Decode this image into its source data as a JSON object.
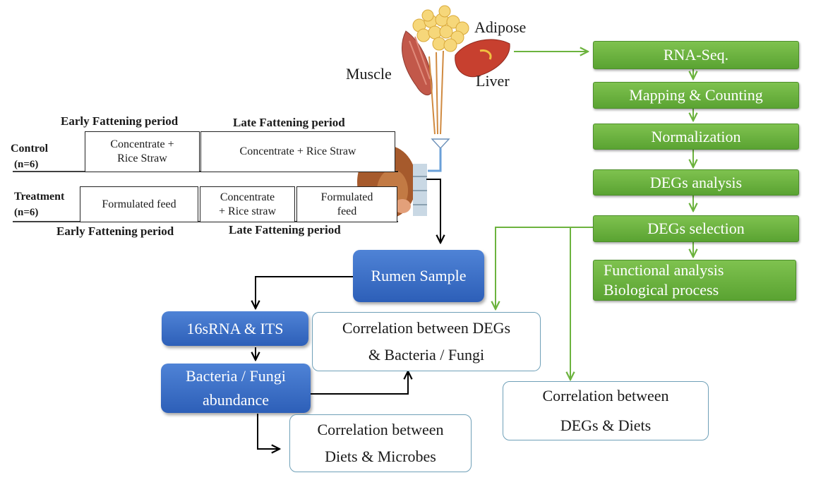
{
  "organs": {
    "adipose": "Adipose",
    "muscle": "Muscle",
    "liver": "Liver"
  },
  "pipeline": [
    "RNA-Seq.",
    "Mapping & Counting",
    "Normalization",
    "DEGs analysis",
    "DEGs selection",
    "Functional analysis",
    "Biological process"
  ],
  "design": {
    "early_period": "Early Fattening period",
    "late_period": "Late Fattening period",
    "control_label": "Control",
    "control_n": "(n=6)",
    "treatment_label": "Treatment",
    "treatment_n": "(n=6)",
    "control_early_1": "Concentrate +",
    "control_early_2": "Rice Straw",
    "control_late": "Concentrate  + Rice Straw",
    "treatment_early": "Formulated  feed",
    "treatment_late_a_1": "Concentrate",
    "treatment_late_a_2": "+ Rice straw",
    "treatment_late_b_1": "Formulated",
    "treatment_late_b_2": "feed"
  },
  "microbe": {
    "rumen_sample": "Rumen Sample",
    "sequencing": "16sRNA & ITS",
    "abundance_1": "Bacteria / Fungi",
    "abundance_2": "abundance"
  },
  "correlations": {
    "degs_microbes_1": "Correlation between DEGs",
    "degs_microbes_2": "& Bacteria / Fungi",
    "degs_diets_1": "Correlation between",
    "degs_diets_2": "DEGs & Diets",
    "diets_microbes_1": "Correlation between",
    "diets_microbes_2": "Diets & Microbes"
  },
  "colors": {
    "green_box": "#6bb53f",
    "blue_box": "#3a6cc7",
    "green_line": "#6cb33e",
    "black_line": "#000000"
  }
}
